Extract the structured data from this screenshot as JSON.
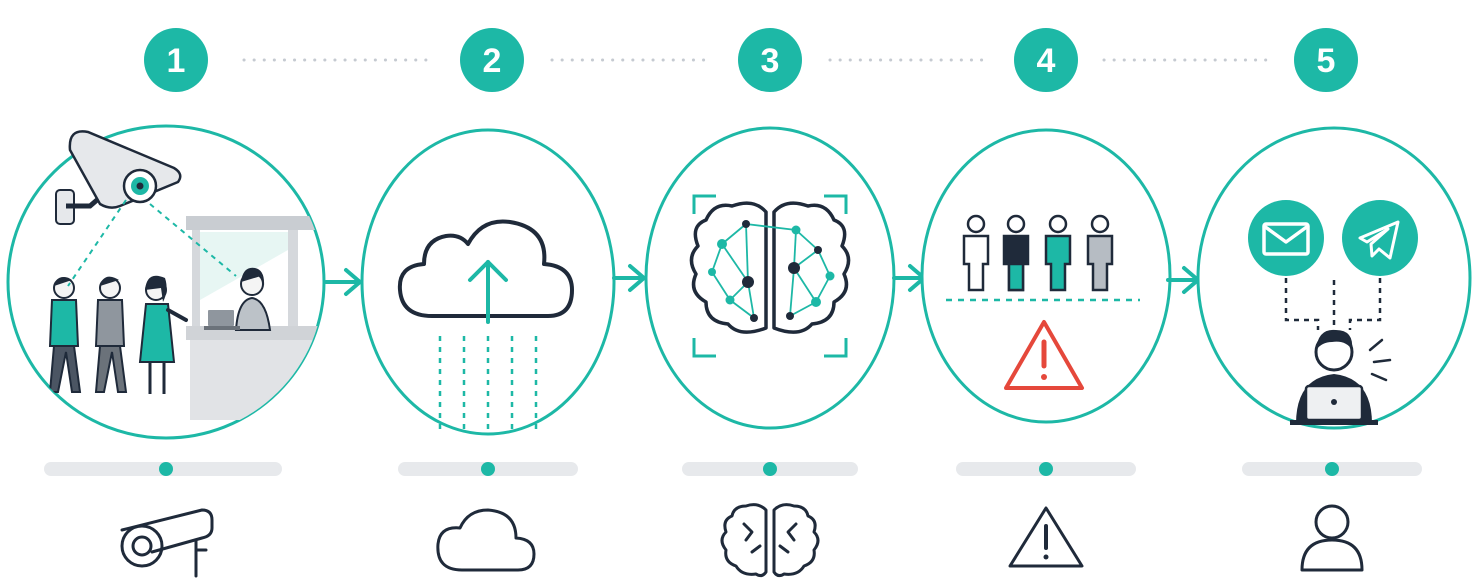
{
  "colors": {
    "accent": "#1db8a6",
    "accent_dark": "#0e8f82",
    "outline": "#1f2a3a",
    "track": "#e7e9ec",
    "alert": "#e5483b",
    "dots": "#c5cad1"
  },
  "steps": [
    {
      "number": "1",
      "scene": "security-camera-watching-reception-queue",
      "footer_icon": "camera-icon"
    },
    {
      "number": "2",
      "scene": "cloud-upload",
      "footer_icon": "cloud-icon"
    },
    {
      "number": "3",
      "scene": "ai-brain-analysis",
      "footer_icon": "brain-icon"
    },
    {
      "number": "4",
      "scene": "crowd-threshold-alert",
      "footer_icon": "warning-icon"
    },
    {
      "number": "5",
      "scene": "staff-notified-email-telegram",
      "footer_icon": "user-icon"
    }
  ]
}
